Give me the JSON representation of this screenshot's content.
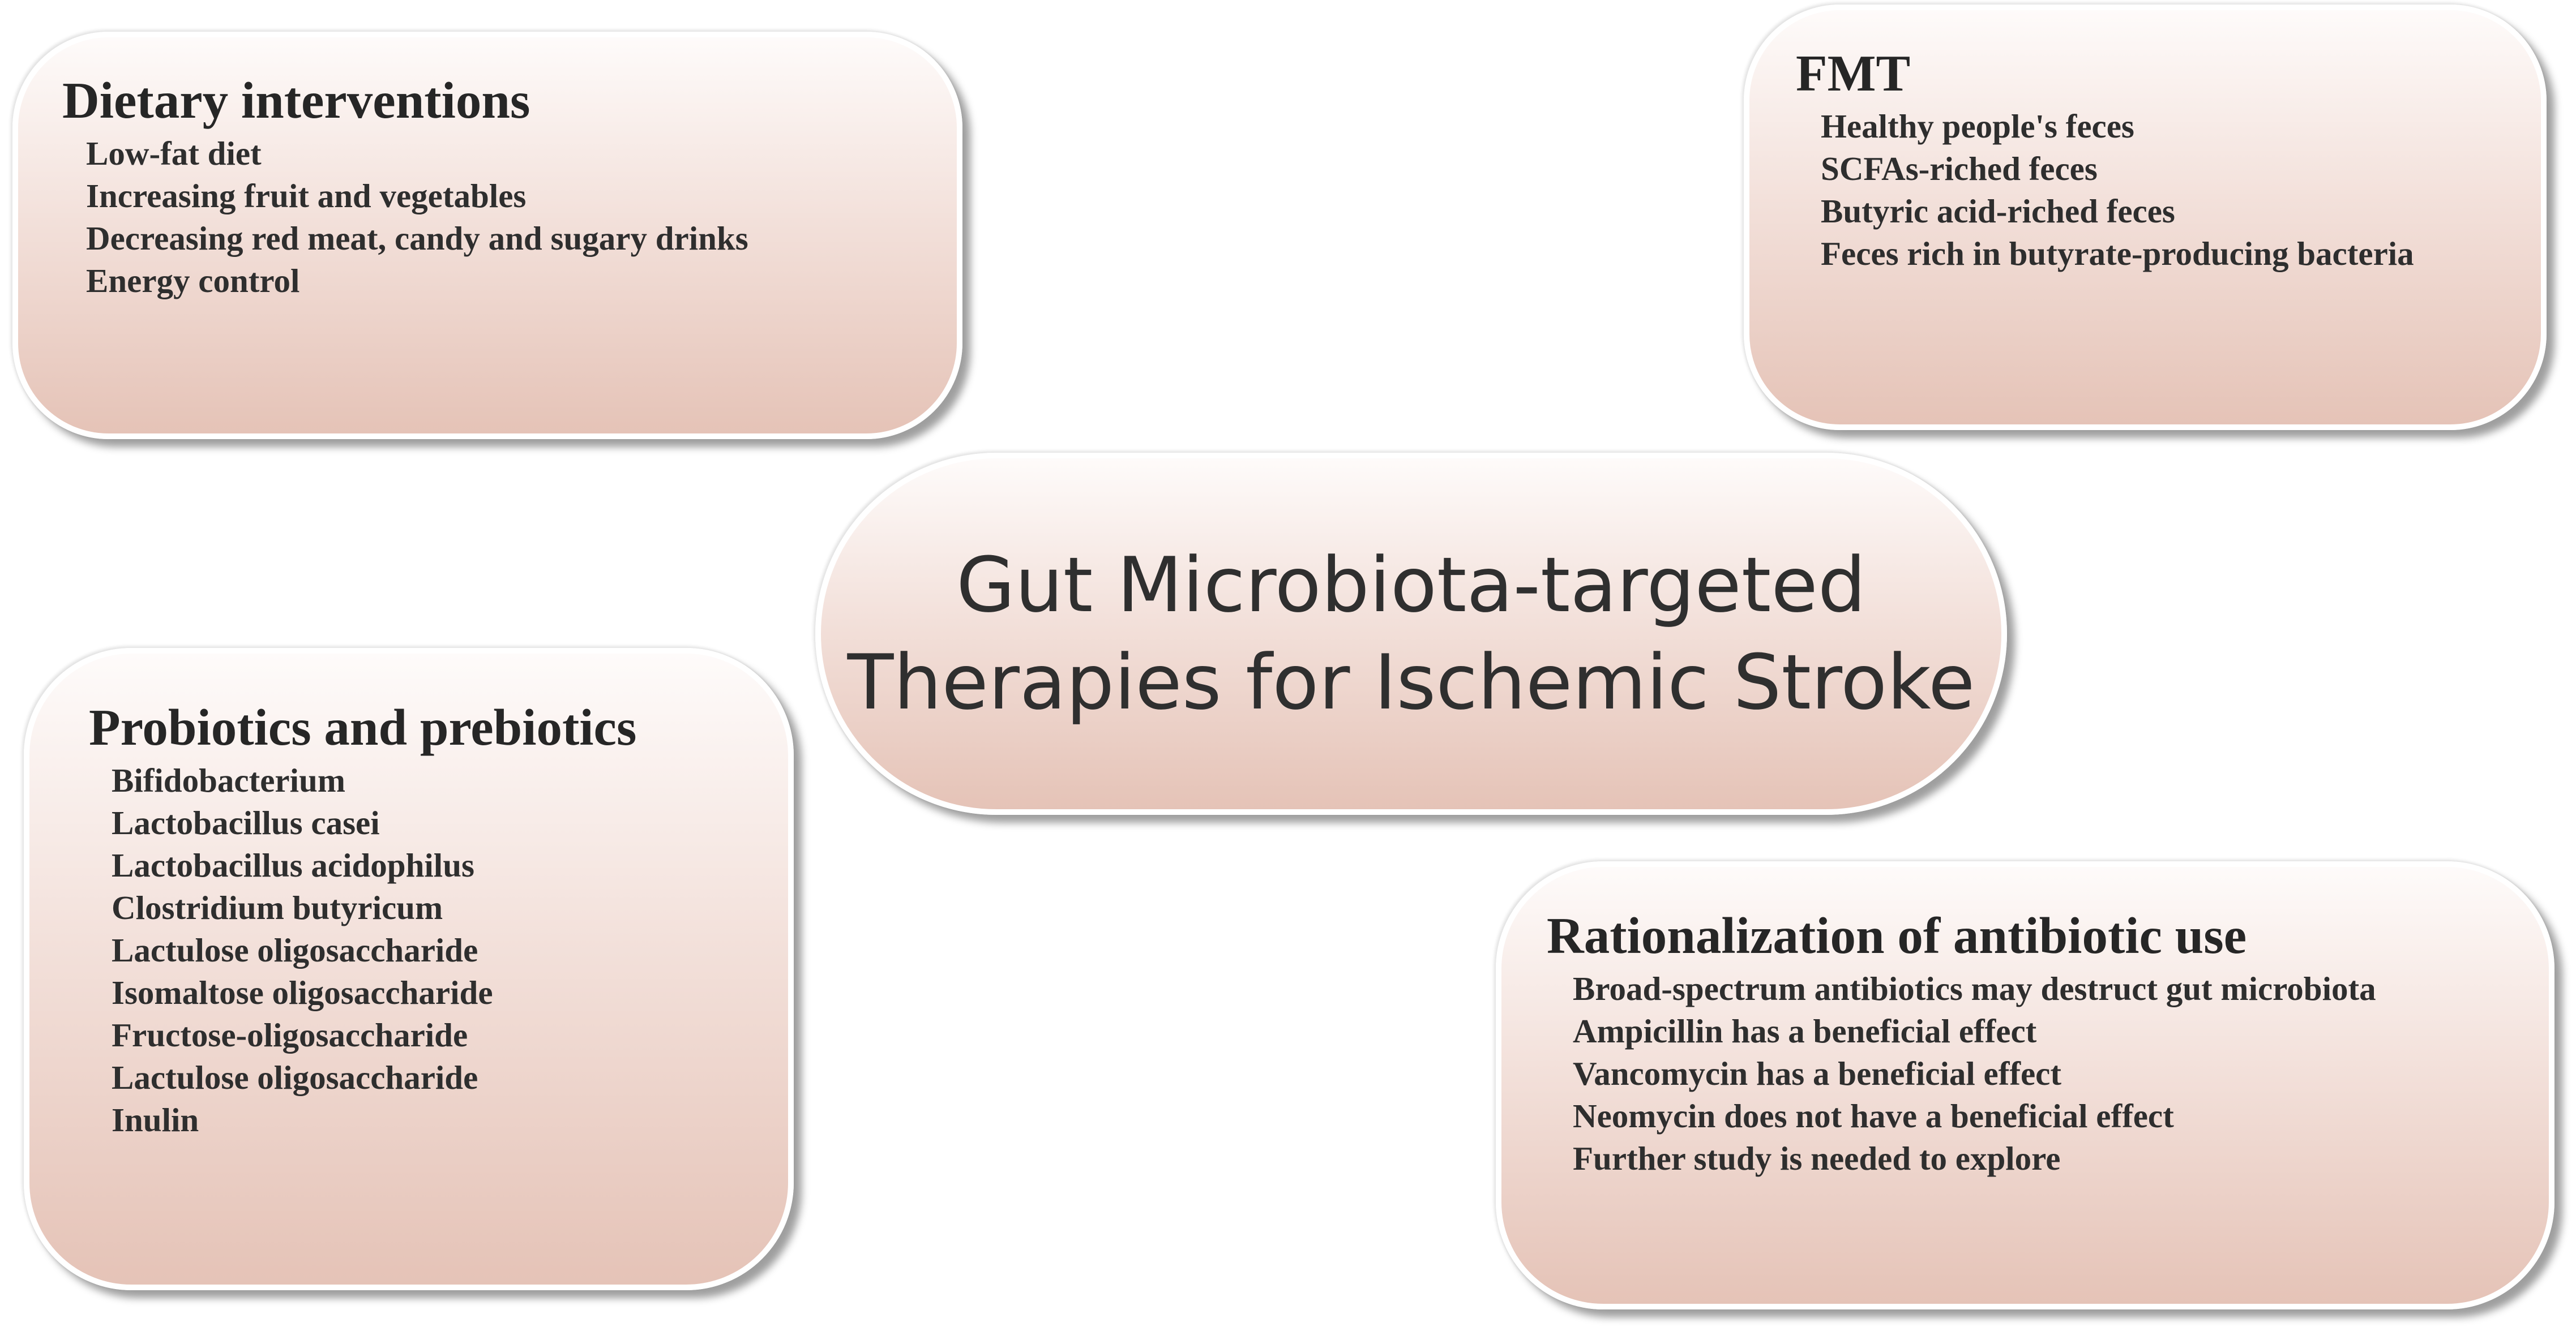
{
  "center": {
    "line1": "Gut Microbiota-targeted",
    "line2": "Therapies for Ischemic Stroke"
  },
  "dietary": {
    "title": "Dietary interventions",
    "items": [
      "Low-fat diet",
      "Increasing fruit and vegetables",
      "Decreasing red meat, candy and sugary drinks",
      "Energy control"
    ]
  },
  "fmt": {
    "title": "FMT",
    "items": [
      "Healthy people's feces",
      "SCFAs-riched feces",
      "Butyric acid-riched feces",
      "Feces rich in butyrate-producing bacteria"
    ]
  },
  "probiotics": {
    "title": "Probiotics and prebiotics",
    "items": [
      "Bifidobacterium",
      "Lactobacillus casei",
      "Lactobacillus acidophilus",
      "Clostridium butyricum",
      "Lactulose oligosaccharide",
      "Isomaltose oligosaccharide",
      "Fructose-oligosaccharide",
      "Lactulose oligosaccharide",
      "Inulin"
    ]
  },
  "antibiotic": {
    "title": "Rationalization of antibiotic use",
    "items": [
      "Broad-spectrum antibiotics may destruct gut microbiota",
      "Ampicillin has a beneficial effect",
      "Vancomycin has a beneficial effect",
      "Neomycin does not have a beneficial effect",
      "Further study is needed to explore"
    ]
  },
  "colors": {
    "box_top": "#fefbfa",
    "box_bottom": "#e5c3b7",
    "text": "#2b2b2b",
    "border": "#ffffff"
  }
}
